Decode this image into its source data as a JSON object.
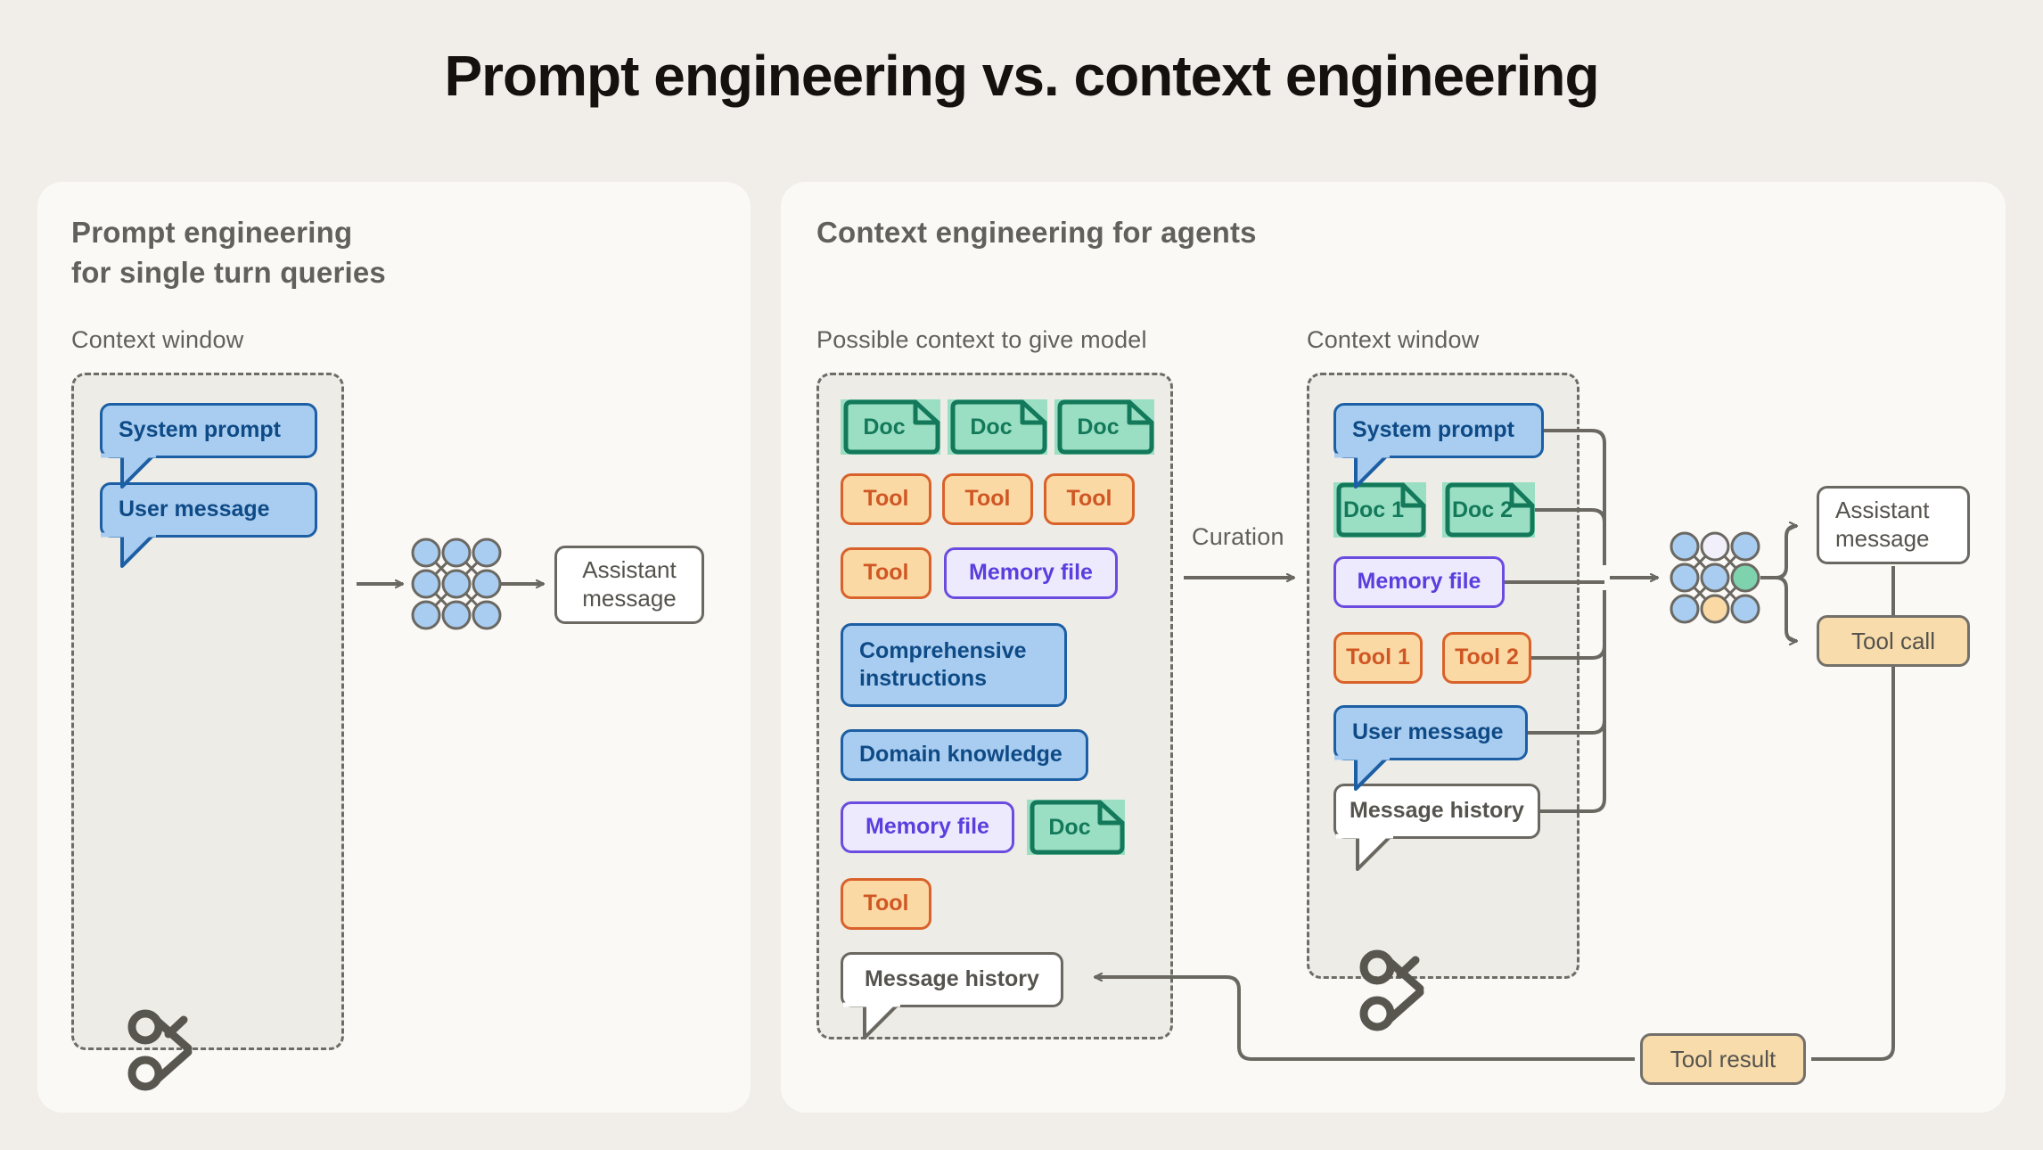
{
  "page": {
    "title": "Prompt engineering vs. context engineering",
    "background": "#f1eee9",
    "panel_background": "#faf9f6"
  },
  "colors": {
    "blue_fill": "#a9cdf0",
    "blue_border": "#1d5fa4",
    "blue_text": "#0e4a86",
    "green_fill": "#9adfc3",
    "green_border": "#13795a",
    "orange_fill": "#fbd9a5",
    "orange_border": "#d9622b",
    "orange_text": "#cf5724",
    "purple_fill": "#eeeafe",
    "purple_border": "#6b4ce0",
    "neutral_line": "#6b6862",
    "label_text": "#62605b",
    "dashed_border": "#6e6c66",
    "ctx_fill": "#eeece7",
    "toolcall_fill": "#f8dcab"
  },
  "left_panel": {
    "title": "Prompt engineering\nfor single turn queries",
    "section_label": "Context window",
    "context_window_items": [
      {
        "label": "System prompt",
        "type": "bubble"
      },
      {
        "label": "User message",
        "type": "bubble"
      }
    ],
    "model_icon": "neural-network-icon",
    "scissors_icon": "scissors-icon",
    "output": {
      "label": "Assistant\nmessage",
      "type": "white-box"
    }
  },
  "right_panel": {
    "title": "Context engineering for agents",
    "possible_context": {
      "section_label": "Possible context to give model",
      "rows": [
        [
          {
            "label": "Doc",
            "type": "doc"
          },
          {
            "label": "Doc",
            "type": "doc"
          },
          {
            "label": "Doc",
            "type": "doc"
          }
        ],
        [
          {
            "label": "Tool",
            "type": "tool"
          },
          {
            "label": "Tool",
            "type": "tool"
          },
          {
            "label": "Tool",
            "type": "tool"
          }
        ],
        [
          {
            "label": "Tool",
            "type": "tool"
          },
          {
            "label": "Memory file",
            "type": "memory"
          }
        ],
        [
          {
            "label": "Comprehensive\ninstructions",
            "type": "blue-box"
          }
        ],
        [
          {
            "label": "Domain knowledge",
            "type": "blue-box"
          }
        ],
        [
          {
            "label": "Memory file",
            "type": "memory"
          },
          {
            "label": "Doc",
            "type": "doc"
          }
        ],
        [
          {
            "label": "Tool",
            "type": "tool"
          }
        ],
        [
          {
            "label": "Message history",
            "type": "bubble-white"
          }
        ]
      ]
    },
    "curation": {
      "label": "Curation",
      "icon": "arrow-right-icon"
    },
    "context_window": {
      "section_label": "Context window",
      "rows": [
        [
          {
            "label": "System prompt",
            "type": "bubble"
          }
        ],
        [
          {
            "label": "Doc 1",
            "type": "doc"
          },
          {
            "label": "Doc 2",
            "type": "doc"
          }
        ],
        [
          {
            "label": "Memory file",
            "type": "memory"
          }
        ],
        [
          {
            "label": "Tool 1",
            "type": "tool"
          },
          {
            "label": "Tool 2",
            "type": "tool"
          }
        ],
        [
          {
            "label": "User message",
            "type": "bubble"
          }
        ],
        [
          {
            "label": "Message history",
            "type": "bubble-white"
          }
        ]
      ],
      "scissors_icon": "scissors-icon"
    },
    "model_icon": "neural-network-icon",
    "outputs": [
      {
        "label": "Assistant\nmessage",
        "type": "white-box"
      },
      {
        "label": "Tool call",
        "type": "toolcall-box"
      }
    ],
    "feedback": {
      "label": "Tool result",
      "type": "toolcall-box"
    }
  }
}
